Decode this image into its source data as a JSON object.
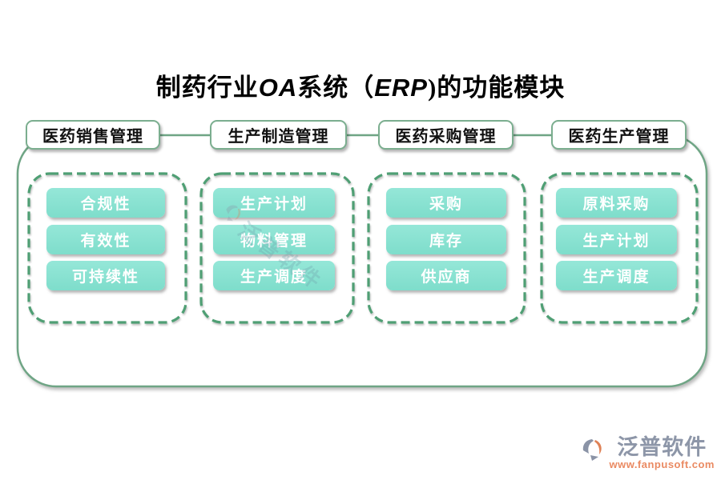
{
  "title": {
    "p1": "制药行业",
    "p2": "OA",
    "p3": "系统（",
    "p4": "ERP",
    "p5": ")的功能模块"
  },
  "columns": [
    {
      "header": "医药销售管理",
      "items": [
        "合规性",
        "有效性",
        "可持续性"
      ]
    },
    {
      "header": "生产制造管理",
      "items": [
        "生产计划",
        "物料管理",
        "生产调度"
      ]
    },
    {
      "header": "医药采购管理",
      "items": [
        "采购",
        "库存",
        "供应商"
      ]
    },
    {
      "header": "医药生产管理",
      "items": [
        "原料采购",
        "生产计划",
        "生产调度"
      ]
    }
  ],
  "watermark": {
    "text": "泛普软件"
  },
  "logo": {
    "name": "泛普软件",
    "url": "www.fanpusoft.com"
  },
  "colors": {
    "container_border": "#6FA585",
    "tab_border": "#7BAE8F",
    "dashed_border": "#4F9F74",
    "button_fill": "#84E1D1",
    "button_text": "#FFFFFF",
    "logo_gray": "#8D96A8",
    "logo_orange": "#E2855E",
    "url_orange": "#EA8A62"
  }
}
